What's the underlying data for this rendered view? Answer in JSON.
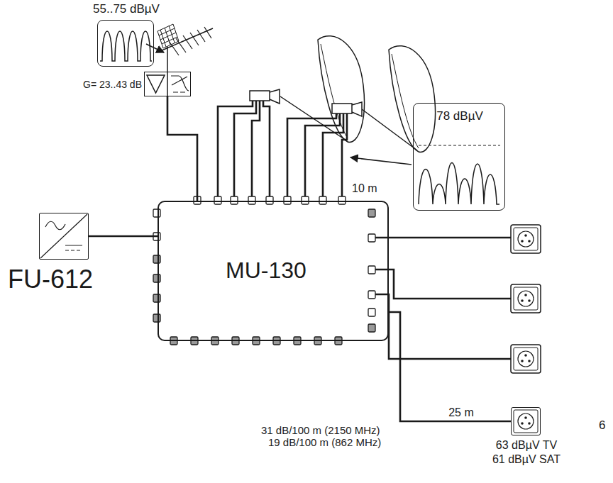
{
  "diagram": {
    "nodes": [
      {
        "text": [
          "55..75 dBµV"
        ]
      },
      {
        "text": [
          "G= 23..43 dB"
        ]
      },
      {
        "text": [
          "78 dBµV"
        ]
      },
      {
        "text": [
          "FU-612"
        ]
      },
      {
        "text": [
          "MU-130"
        ]
      },
      {
        "text": [
          "63 dBµV TV",
          "61 dBµV SAT"
        ]
      }
    ],
    "edges": [
      {
        "from": 1,
        "to": 4,
        "arrow": "none"
      },
      {
        "from": 3,
        "to": 4,
        "arrow": "none"
      },
      {
        "from": 4,
        "to": 5,
        "label": "25 m",
        "arrow": "none"
      }
    ],
    "labels": [
      "10 m",
      "31 dB/100 m (2150 MHz)",
      "19 dB/100 m (862 MHz)",
      "6"
    ]
  }
}
